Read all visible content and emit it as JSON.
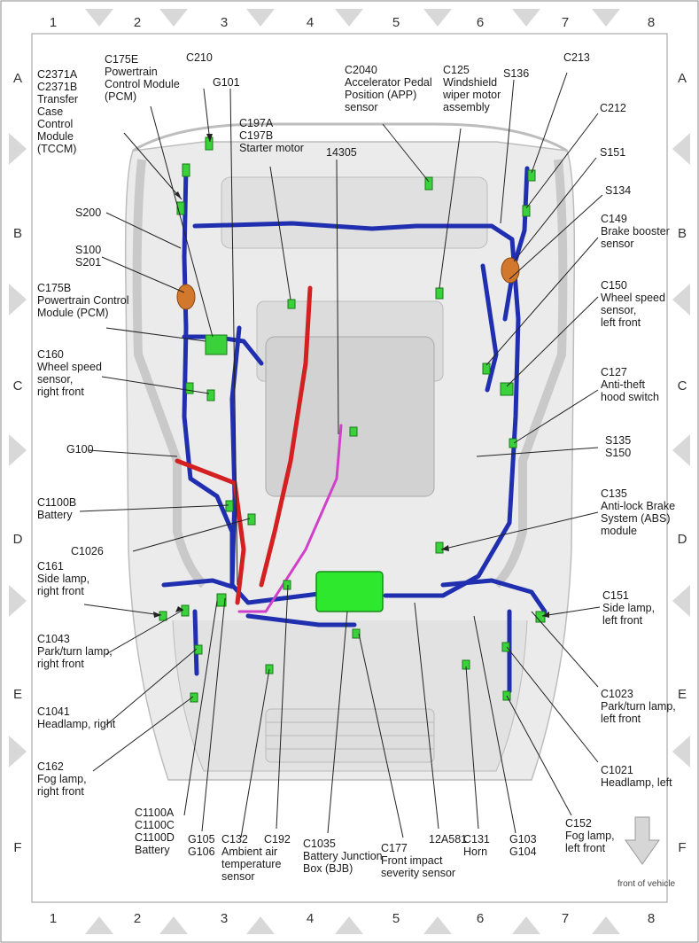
{
  "grid": {
    "columns": [
      "1",
      "2",
      "3",
      "4",
      "5",
      "6",
      "7",
      "8"
    ],
    "rows": [
      "A",
      "B",
      "C",
      "D",
      "E",
      "F"
    ]
  },
  "front_note": "front of vehicle",
  "colors": {
    "harness": "#1f2fb0",
    "battery_cable": "#d42020",
    "aux_wire": "#d040c8",
    "connector": "#3ad13a",
    "junction_box": "#2ee82e",
    "splice": "#d2782c",
    "body": "#e4e4e4"
  },
  "labels": {
    "c2371": "C2371A\nC2371B\nTransfer\nCase\nControl\nModule\n(TCCM)",
    "c175e": "C175E\nPowertrain\nControl Module\n(PCM)",
    "c210": "C210",
    "g101": "G101",
    "c197": "C197A\nC197B\nStarter motor",
    "c14305": "14305",
    "c2040": "C2040\nAccelerator Pedal\nPosition (APP)\nsensor",
    "c125": "C125\nWindshield\nwiper motor\nassembly",
    "s136": "S136",
    "c213": "C213",
    "c212": "C212",
    "s151": "S151",
    "s134": "S134",
    "c149": "C149\nBrake booster\nsensor",
    "c150": "C150\nWheel speed\nsensor,\nleft front",
    "c127": "C127\nAnti-theft\nhood switch",
    "s135": "S135\nS150",
    "c135": "C135\nAnti-lock Brake\nSystem (ABS)\nmodule",
    "c151": "C151\nSide lamp,\nleft front",
    "c1023": "C1023\nPark/turn lamp,\nleft front",
    "c1021": "C1021\nHeadlamp, left",
    "c152": "C152\nFog lamp,\nleft front",
    "g103": "G103\nG104",
    "c131": "C131\nHorn",
    "c12a581": "12A581",
    "c177": "C177\nFront impact\nseverity sensor",
    "c1035": "C1035\nBattery Junction\nBox (BJB)",
    "c192": "C192",
    "c132": "C132\nAmbient air\ntemperature\nsensor",
    "g105": "G105\nG106",
    "c1100a": "C1100A\nC1100C\nC1100D\nBattery",
    "c162": "C162\nFog lamp,\nright front",
    "c1041": "C1041\nHeadlamp, right",
    "c1043": "C1043\nPark/turn lamp,\nright front",
    "c161": "C161\nSide lamp,\nright front",
    "c1026": "C1026",
    "c1100b": "C1100B\nBattery",
    "g100": "G100",
    "c160": "C160\nWheel speed\nsensor,\nright front",
    "c175b": "C175B\nPowertrain Control\nModule (PCM)",
    "s100": "S100\nS201",
    "s200": "S200"
  }
}
